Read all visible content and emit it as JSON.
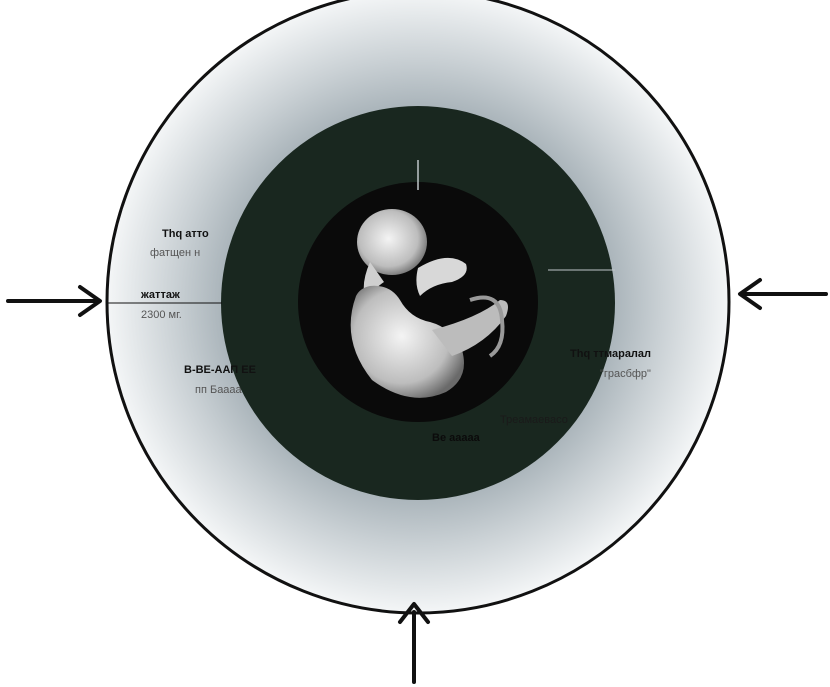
{
  "diagram": {
    "colors": {
      "outer_ring_edge": "#f2f4f6",
      "outer_ring_mid": "#b7c1c7",
      "outer_border": "#111111",
      "middle_ring": "#19271f",
      "inner_circle": "#0a0a0a",
      "arrow": "#111111",
      "page_background": "#ffffff"
    },
    "rings": [
      "outer-light-ring",
      "middle-dark-green-ring",
      "inner-black-circle"
    ],
    "center_image": "fetus-silhouette",
    "arrows": [
      "left-arrow-pointing-right",
      "right-arrow-pointing-left",
      "bottom-arrow-pointing-up"
    ],
    "labels": {
      "left_top_bold": "Тhq атто",
      "left_top_sub": "фатщен н",
      "left_mid_bold": "жаттаж",
      "left_mid_sub": "2300 мг.",
      "left_low_bold": "В-ВЕ-ААП ЕЕ",
      "left_low_sub": "пп Баааа",
      "right_low_bold": "Тhq ттмаралал",
      "right_low_sub": "\"грасбфр\"",
      "bottom_right": "Треамаевасо",
      "bottom_center": "Ве ааааа"
    }
  }
}
